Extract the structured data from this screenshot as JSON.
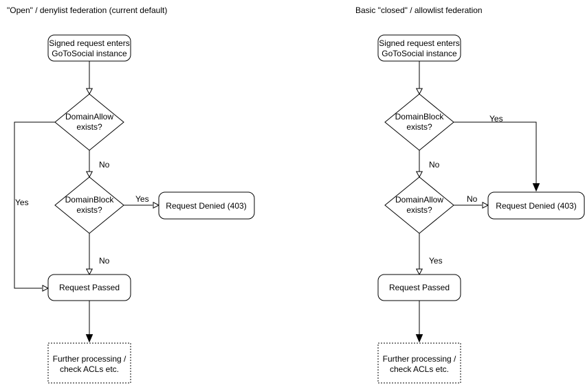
{
  "colors": {
    "stroke": "#000000",
    "background": "#ffffff",
    "text": "#000000"
  },
  "flows": {
    "left": {
      "title": "\"Open\" / denylist federation (current default)",
      "start_line1": "Signed request enters",
      "start_line2": "GoToSocial instance",
      "decision1_line1": "DomainAllow",
      "decision1_line2": "exists?",
      "label_no1": "No",
      "label_yes_loop": "Yes",
      "decision2_line1": "DomainBlock",
      "decision2_line2": "exists?",
      "label_yes2": "Yes",
      "label_no2": "No",
      "denied": "Request Denied (403)",
      "passed": "Request Passed",
      "further_line1": "Further processing /",
      "further_line2": "check ACLs etc."
    },
    "right": {
      "title": "Basic \"closed\" / allowlist federation",
      "start_line1": "Signed request enters",
      "start_line2": "GoToSocial instance",
      "decision1_line1": "DomainBlock",
      "decision1_line2": "exists?",
      "label_yes1": "Yes",
      "label_no1": "No",
      "decision2_line1": "DomainAllow",
      "decision2_line2": "exists?",
      "label_no2": "No",
      "label_yes2": "Yes",
      "denied": "Request Denied (403)",
      "passed": "Request Passed",
      "further_line1": "Further processing /",
      "further_line2": "check ACLs etc."
    }
  }
}
